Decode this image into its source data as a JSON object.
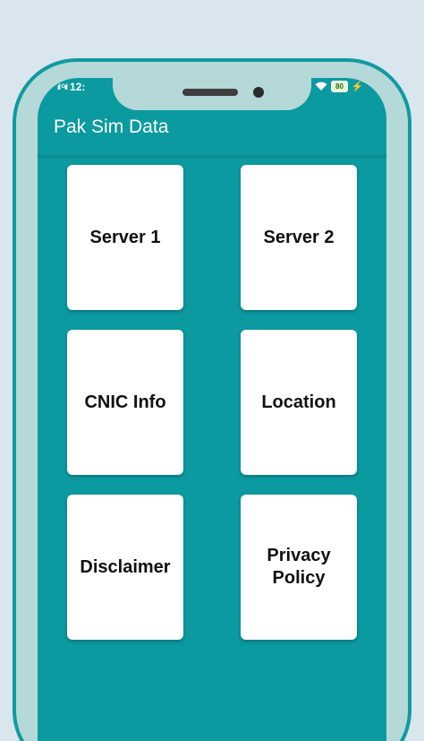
{
  "status_bar": {
    "signal": "“′′′ ᴳ′′",
    "time": "12:",
    "battery": "80",
    "wifi_icon": "wifi-icon",
    "charging_icon": "bolt-icon"
  },
  "app_bar": {
    "title": "Pak Sim Data"
  },
  "menu": {
    "items": [
      {
        "label": "Server 1"
      },
      {
        "label": "Server 2"
      },
      {
        "label": "CNIC Info"
      },
      {
        "label": "Location"
      },
      {
        "label": "Disclaimer"
      },
      {
        "label": "Privacy Policy"
      }
    ]
  },
  "colors": {
    "background": "#d9e6ee",
    "phone_frame": "#b4d9d8",
    "accent": "#0b9aa0",
    "card": "#ffffff"
  }
}
